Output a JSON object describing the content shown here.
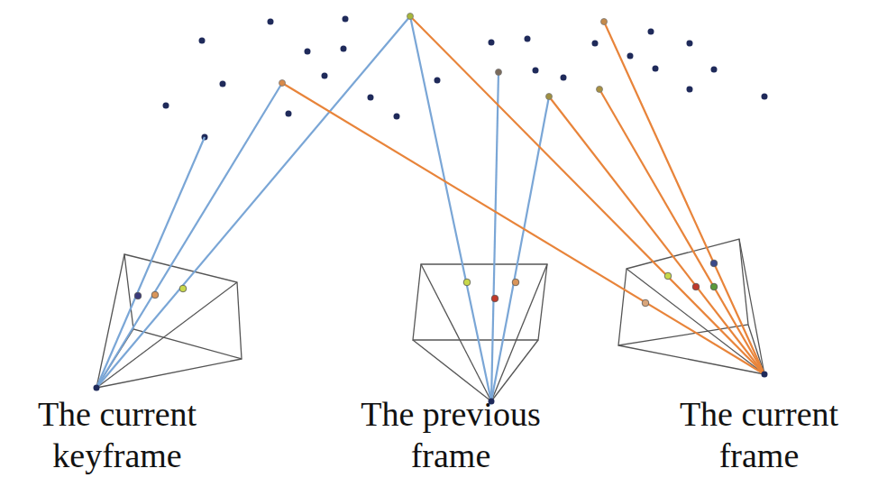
{
  "diagram": {
    "labels": [
      "The current keyframe",
      "The previous frame",
      "The current frame"
    ]
  }
}
